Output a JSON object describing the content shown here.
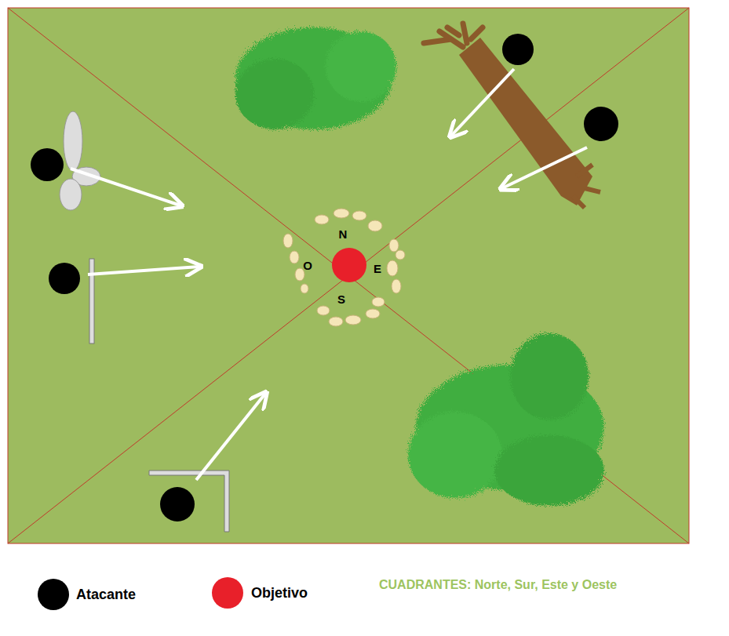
{
  "diagram": {
    "labels": [
      "N",
      "O",
      "E",
      "S",
      "CUADRANTES: Norte, Sur, Este y Oeste"
    ],
    "legend": [
      {
        "text": "Atacante",
        "color": "#000000"
      },
      {
        "text": "Objetivo",
        "color": "#e8202a"
      }
    ]
  }
}
